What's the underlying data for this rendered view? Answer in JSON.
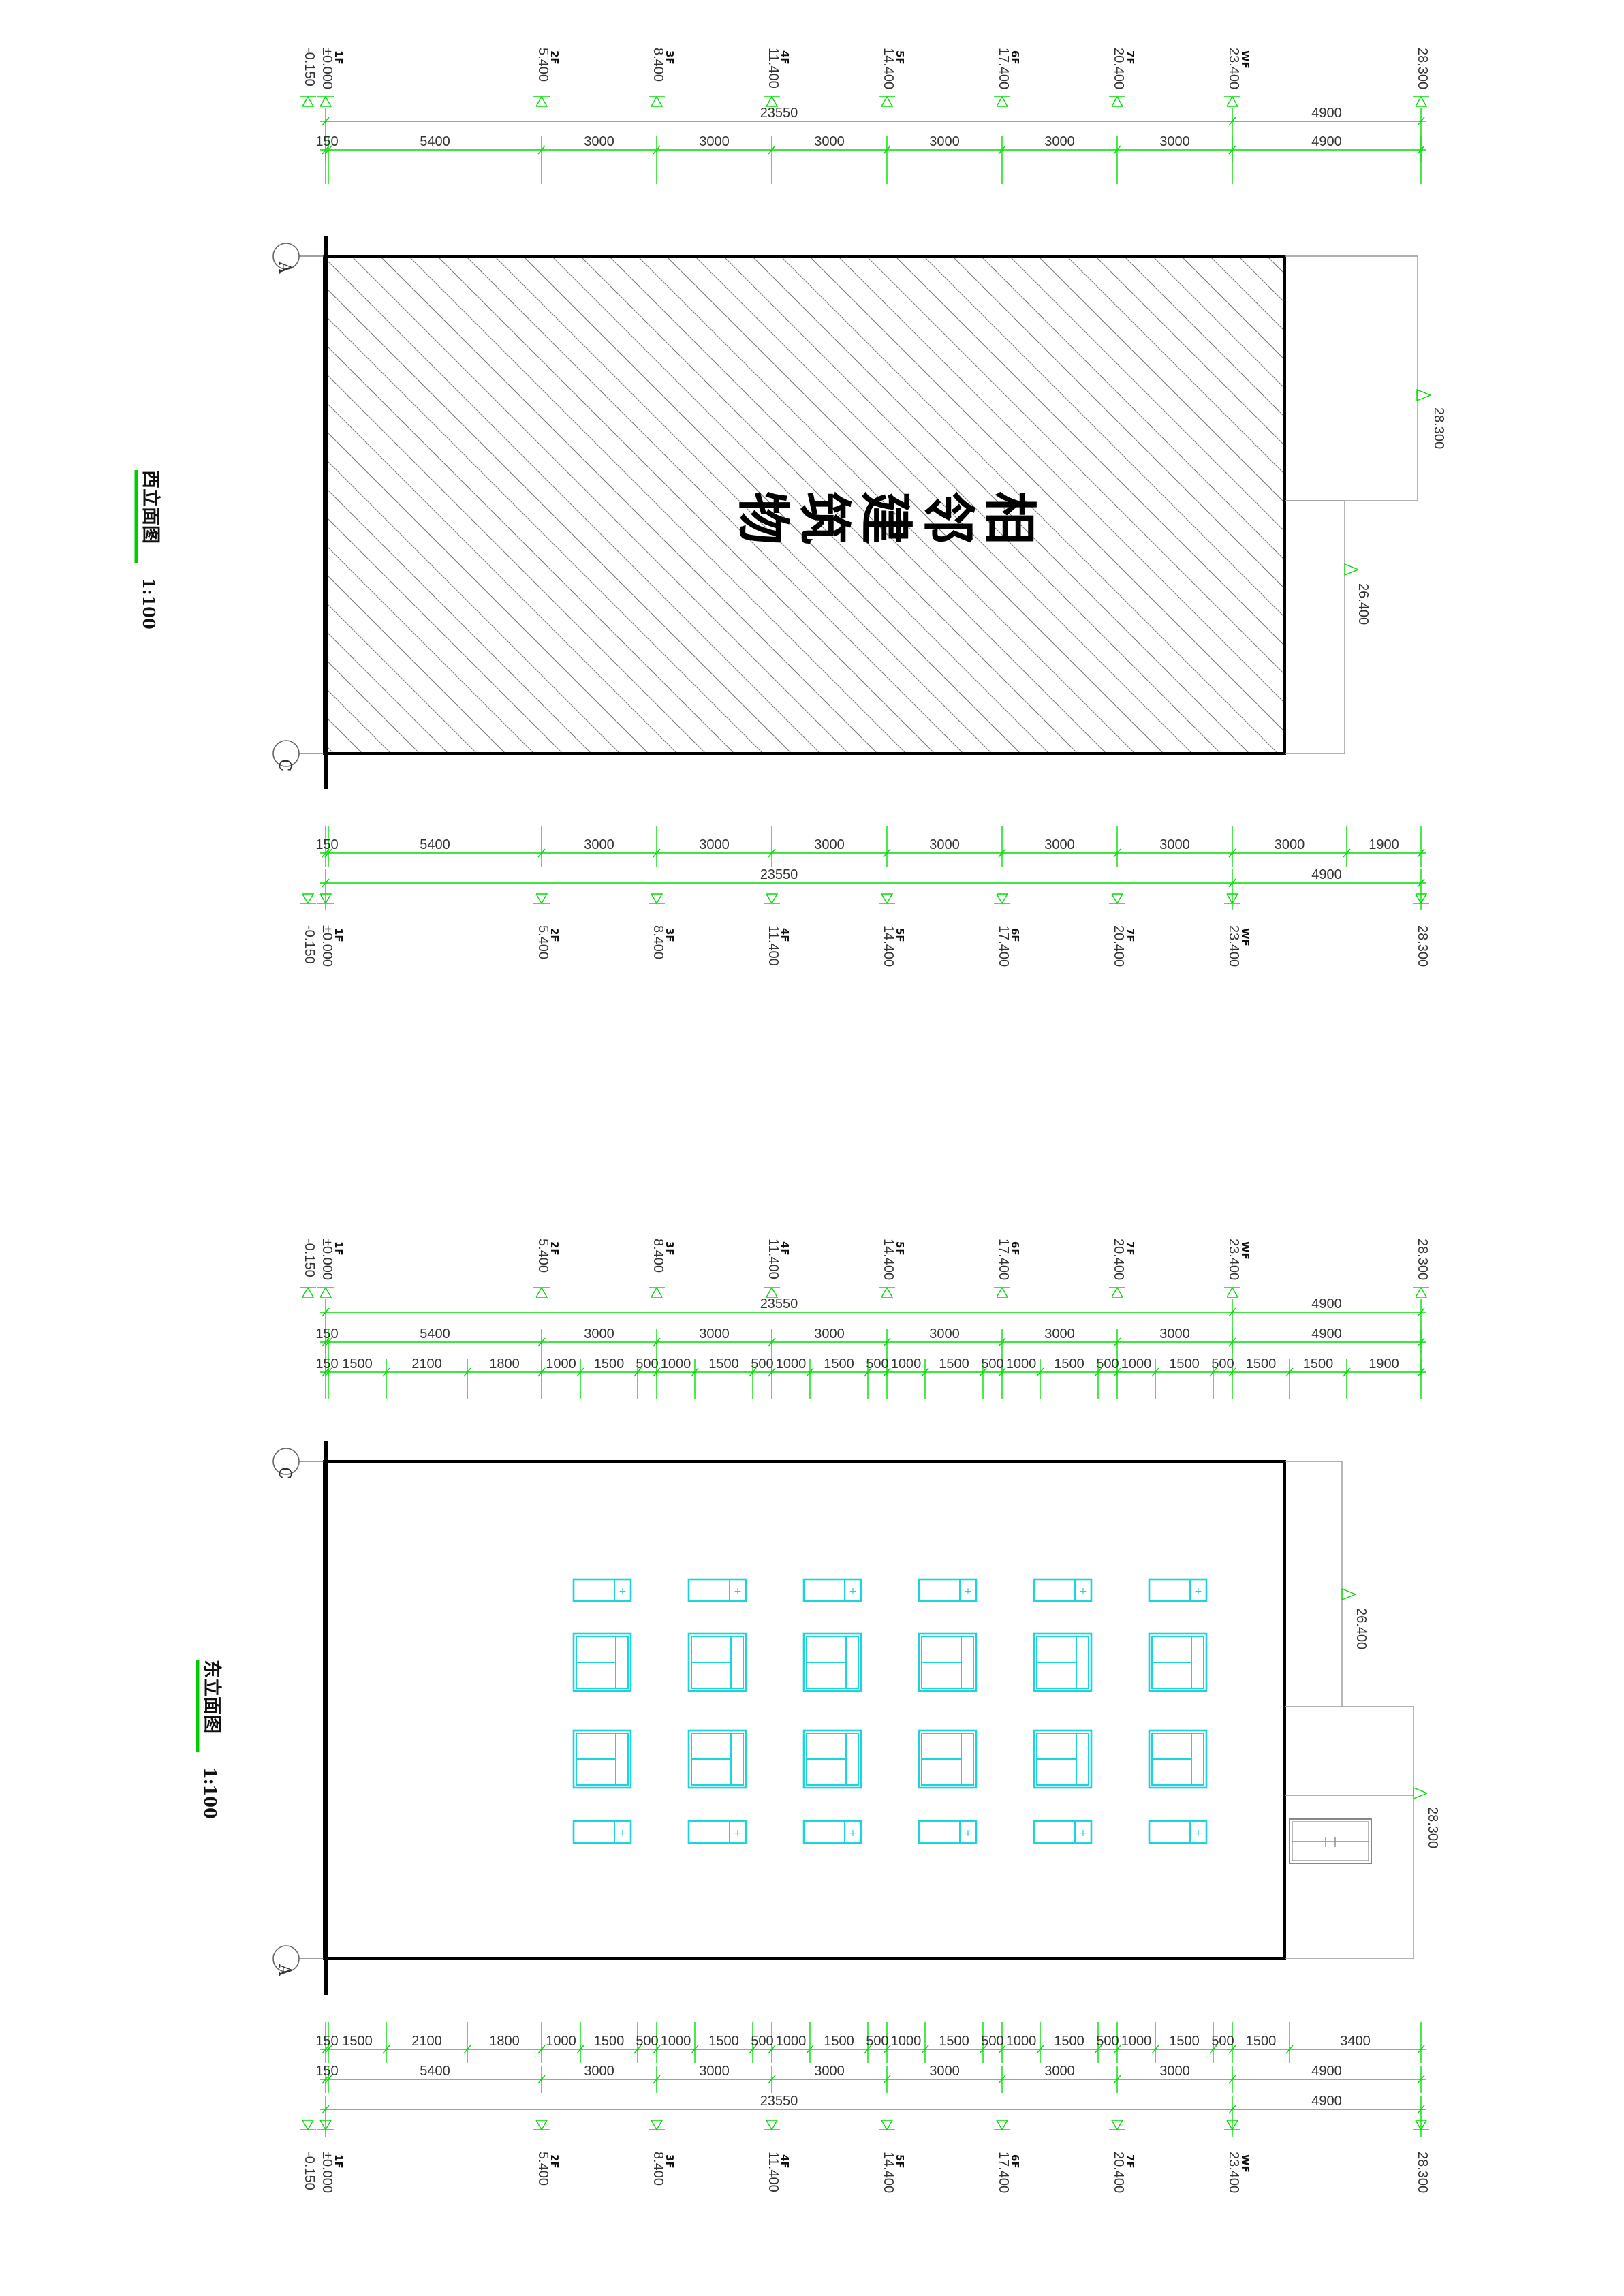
{
  "drawing": {
    "colors": {
      "dimension_line": "#00dd00",
      "outline": "#000000",
      "window": "#19d6dc",
      "secondary_outline": "#999999",
      "title_underline": "#00cc00"
    },
    "west_elevation": {
      "title": "西立面图",
      "scale": "1:100",
      "axis_left": "A",
      "axis_right": "C",
      "neighbor_label": [
        "相",
        "邻",
        "建",
        "筑",
        "物"
      ],
      "top_dims": {
        "levels": [
          {
            "value": "-0.150",
            "floor": ""
          },
          {
            "value": "±0.000",
            "floor": "1F"
          },
          {
            "value": "5.400",
            "floor": "2F"
          },
          {
            "value": "8.400",
            "floor": "3F"
          },
          {
            "value": "11.400",
            "floor": "4F"
          },
          {
            "value": "14.400",
            "floor": "5F"
          },
          {
            "value": "17.400",
            "floor": "6F"
          },
          {
            "value": "20.400",
            "floor": "7F"
          },
          {
            "value": "23.400",
            "floor": "WF"
          },
          {
            "value": "28.300",
            "floor": ""
          }
        ],
        "total_row": [
          "23550",
          "4900"
        ],
        "segment_row": [
          "150",
          "5400",
          "3000",
          "3000",
          "3000",
          "3000",
          "3000",
          "3000",
          "4900"
        ]
      },
      "bottom_dims": {
        "segment_row": [
          "150",
          "5400",
          "3000",
          "3000",
          "3000",
          "3000",
          "3000",
          "3000",
          "3000",
          "1900"
        ],
        "total_row": [
          "23550",
          "4900"
        ],
        "levels": [
          {
            "value": "-0.150",
            "floor": ""
          },
          {
            "value": "±0.000",
            "floor": "1F"
          },
          {
            "value": "5.400",
            "floor": "2F"
          },
          {
            "value": "8.400",
            "floor": "3F"
          },
          {
            "value": "11.400",
            "floor": "4F"
          },
          {
            "value": "14.400",
            "floor": "5F"
          },
          {
            "value": "17.400",
            "floor": "6F"
          },
          {
            "value": "20.400",
            "floor": "7F"
          },
          {
            "value": "23.400",
            "floor": "WF"
          },
          {
            "value": "28.300",
            "floor": ""
          }
        ]
      },
      "side_levels": [
        "28.300",
        "26.400"
      ]
    },
    "east_elevation": {
      "title": "东立面图",
      "scale": "1:100",
      "axis_left": "C",
      "axis_right": "A",
      "top_dims": {
        "levels": [
          {
            "value": "-0.150",
            "floor": ""
          },
          {
            "value": "±0.000",
            "floor": "1F"
          },
          {
            "value": "5.400",
            "floor": "2F"
          },
          {
            "value": "8.400",
            "floor": "3F"
          },
          {
            "value": "11.400",
            "floor": "4F"
          },
          {
            "value": "14.400",
            "floor": "5F"
          },
          {
            "value": "17.400",
            "floor": "6F"
          },
          {
            "value": "20.400",
            "floor": "7F"
          },
          {
            "value": "23.400",
            "floor": "WF"
          },
          {
            "value": "28.300",
            "floor": ""
          }
        ],
        "total_row": [
          "23550",
          "4900"
        ],
        "segment_row": [
          "150",
          "5400",
          "3000",
          "3000",
          "3000",
          "3000",
          "3000",
          "3000",
          "4900"
        ],
        "detail_row": [
          "150",
          "1500",
          "2100",
          "1800",
          "1000",
          "1500",
          "500",
          "1000",
          "1500",
          "500",
          "1000",
          "1500",
          "500",
          "1000",
          "1500",
          "500",
          "1000",
          "1500",
          "500",
          "1000",
          "1500",
          "500",
          "1500",
          "1500",
          "1900"
        ]
      },
      "bottom_dims": {
        "detail_row": [
          "150",
          "1500",
          "2100",
          "1800",
          "1000",
          "1500",
          "500",
          "1000",
          "1500",
          "500",
          "1000",
          "1500",
          "500",
          "1000",
          "1500",
          "500",
          "1000",
          "1500",
          "500",
          "1000",
          "1500",
          "500",
          "1500",
          "3400"
        ],
        "segment_row": [
          "150",
          "5400",
          "3000",
          "3000",
          "3000",
          "3000",
          "3000",
          "3000",
          "4900"
        ],
        "total_row": [
          "23550",
          "4900"
        ],
        "levels": [
          {
            "value": "-0.150",
            "floor": ""
          },
          {
            "value": "±0.000",
            "floor": "1F"
          },
          {
            "value": "5.400",
            "floor": "2F"
          },
          {
            "value": "8.400",
            "floor": "3F"
          },
          {
            "value": "11.400",
            "floor": "4F"
          },
          {
            "value": "14.400",
            "floor": "5F"
          },
          {
            "value": "17.400",
            "floor": "6F"
          },
          {
            "value": "20.400",
            "floor": "7F"
          },
          {
            "value": "23.400",
            "floor": "WF"
          },
          {
            "value": "28.300",
            "floor": ""
          }
        ]
      },
      "side_levels": [
        "26.400",
        "28.300"
      ],
      "window_floors": 6,
      "window_types_per_floor": 4
    }
  }
}
